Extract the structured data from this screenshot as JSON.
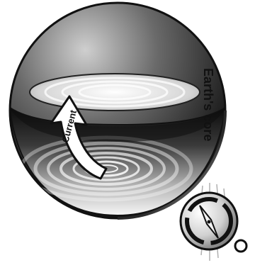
{
  "diagram": {
    "labels": {
      "core": "Earth's core",
      "current": "Current"
    },
    "colors": {
      "background": "#ffffff",
      "outline": "#111111",
      "sphere_dark": "#0d0d0d",
      "sphere_mid": "#6e6e6e",
      "sphere_light": "#f3f3f3",
      "arrow_fill": "#ffffff"
    },
    "icons": [
      "sphere-cutaway",
      "current-arrow",
      "compass-icon"
    ]
  }
}
